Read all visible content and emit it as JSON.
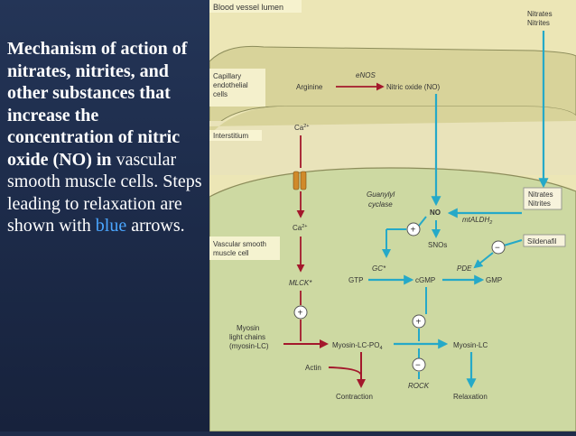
{
  "caption": {
    "bold_text": "Mechanism of action of nitrates, nitrites, and other substances that increase the concentration of nitric oxide (NO) in",
    "normal_text": "vascular smooth muscle cells. Steps leading to relaxation are shown with",
    "blue_word": "blue",
    "end_text": "arrows."
  },
  "colors": {
    "blue_arrow": "#25a9c8",
    "red_arrow": "#a3182c",
    "lumen_bg": "#ece6b6",
    "endothelial_bg": "#d8d39a",
    "interstitium_bg": "#e9e3ba",
    "smooth_muscle_bg": "#cdd9a2"
  },
  "diagram": {
    "regions": {
      "lumen": "Blood vessel lumen",
      "endothelial": [
        "Capillary",
        "endothelial",
        "cells"
      ],
      "interstitium": "Interstitium",
      "smooth_muscle": [
        "Vascular smooth",
        "muscle cell"
      ]
    },
    "nodes": {
      "nitrates_top": [
        "Nitrates",
        "Nitrites"
      ],
      "arginine": "Arginine",
      "enos": "eNOS",
      "nitric_oxide": "Nitric oxide (NO)",
      "ca_top": "Ca",
      "ca_mid": "Ca",
      "charge": "2+",
      "guanylyl": [
        "Guanylyl",
        "cyclase"
      ],
      "no": "NO",
      "mtaldh": "mtALDH",
      "mtaldh_sub": "2",
      "nitrates_box": [
        "Nitrates",
        "Nitrites"
      ],
      "sildenafil": "Sildenafil",
      "snos": "SNOs",
      "gc": "GC*",
      "pde": "PDE",
      "gtp": "GTP",
      "cgmp": "cGMP",
      "gmp": "GMP",
      "mlck": "MLCK*",
      "myosin": [
        "Myosin",
        "light chains",
        "(myosin-LC)"
      ],
      "myosin_lc_po": "Myosin-LC-PO",
      "po_sub": "4",
      "myosin_lc": "Myosin-LC",
      "actin": "Actin",
      "rock": "ROCK",
      "contraction": "Contraction",
      "relaxation": "Relaxation",
      "plus": "+",
      "minus": "−"
    }
  }
}
